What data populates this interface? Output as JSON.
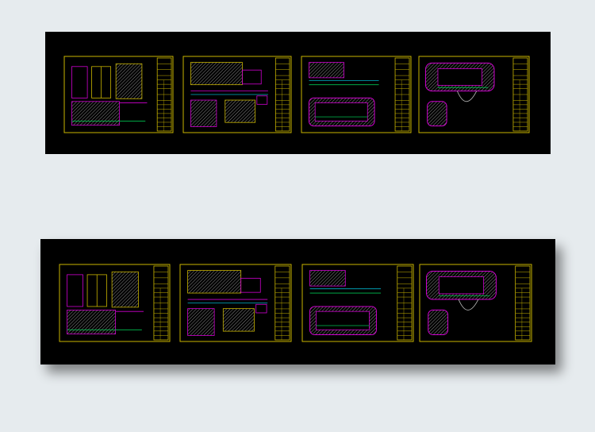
{
  "background_color": "#e6ebee",
  "panel_color": "#000000",
  "colors": {
    "frame": "#c8b400",
    "outline": "#d000d0",
    "hatch": "#8a8a8a",
    "accent_green": "#00c050",
    "accent_cyan": "#00b0c8"
  },
  "panels": [
    {
      "id": "top",
      "sheets": [
        {
          "kind": "cabinet-elevations"
        },
        {
          "kind": "wall-elevations"
        },
        {
          "kind": "desk-section"
        },
        {
          "kind": "plan-view"
        }
      ]
    },
    {
      "id": "bottom",
      "sheets": [
        {
          "kind": "cabinet-elevations"
        },
        {
          "kind": "wall-elevations"
        },
        {
          "kind": "desk-section"
        },
        {
          "kind": "plan-view"
        }
      ]
    }
  ]
}
